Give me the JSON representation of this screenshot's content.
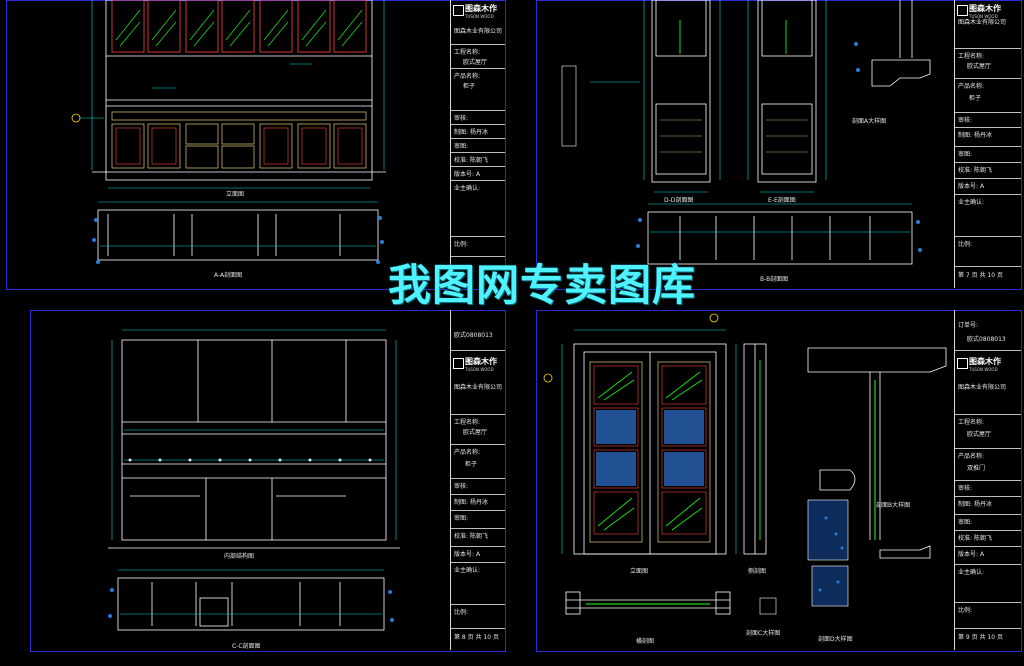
{
  "watermark": "我图网专卖图库",
  "title_block": {
    "logo_cn": "图森木作",
    "logo_en": "TUSON WOOD",
    "company": "图森木业有限公司",
    "project_label": "工程名称:",
    "project_value": "欧式屋厅",
    "product_label": "产品名称:",
    "product_cabinet": "柜子",
    "product_door": "双推门",
    "check_label": "审核:",
    "draw_label": "制图:",
    "draw_name": "杨丹冰",
    "audit_label": "审图:",
    "design_label": "校准:",
    "design_name": "陈朝飞",
    "version_label": "版本号:",
    "version_value": "A",
    "owner_label": "业主确认:",
    "scale_label": "比例:",
    "order_label": "订单号:",
    "order_value": "欧式0808013",
    "page_top_right": "第 7 页 共 10 页",
    "page_bottom_left": "第 8 页 共 10 页",
    "page_bottom_right": "第 9 页 共 10 页"
  },
  "sheets": {
    "top_left": {
      "elev_label": "立面图",
      "section_label": "A-A剖面图"
    },
    "top_right": {
      "side1_label": "D-D剖面图",
      "side2_label": "E-E剖面图",
      "section_label": "B-B剖面图",
      "detail_label": "剖面A大样图"
    },
    "bottom_left": {
      "inner_label": "内部结构图",
      "section_label": "C-C剖面图"
    },
    "bottom_right": {
      "elev_label": "立面图",
      "side_label": "侧剖图",
      "section_label": "横剖图",
      "detail_label": "剖面B大样图",
      "detail2_label": "剖面C大样图",
      "detail3_label": "剖面D大样图"
    }
  },
  "colors": {
    "line": "#ffffff",
    "dim": "#00e0e0",
    "glass": "#19d619",
    "frame": "#ff4040",
    "wood": "#c8b26a",
    "border": "#2a2ad8",
    "accent": "#4ef3ff"
  }
}
